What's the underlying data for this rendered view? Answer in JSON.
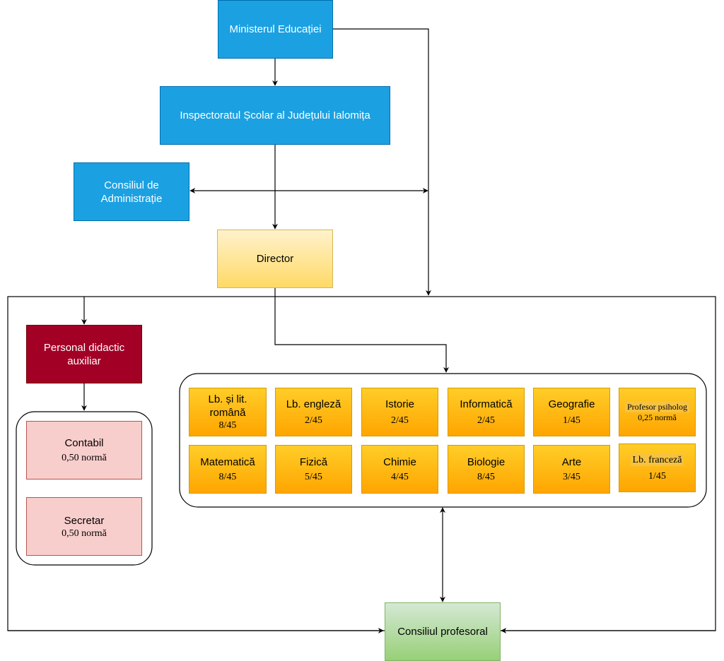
{
  "hierarchy": {
    "ministry": "Ministerul Educației",
    "inspectorate": "Inspectoratul Școlar al Județului Ialomița",
    "board": [
      "Consiliul de",
      "Administrație"
    ],
    "director": "Director",
    "auxiliary_staff": [
      "Personal didactic",
      "auxiliar"
    ],
    "teachers_council": "Consiliul profesoral"
  },
  "auxiliary_roles": [
    {
      "title": "Contabil",
      "norm": "0,50 normă"
    },
    {
      "title": "Secretar",
      "norm": "0,50 normă"
    }
  ],
  "departments": [
    {
      "name": "Lb. și lit. română",
      "count": "8/45"
    },
    {
      "name": "Lb. engleză",
      "count": "2/45"
    },
    {
      "name": "Istorie",
      "count": "2/45"
    },
    {
      "name": "Informatică",
      "count": "2/45"
    },
    {
      "name": "Geografie",
      "count": "1/45"
    },
    {
      "name": "Profesor psiholog",
      "count": "0,25 normă"
    },
    {
      "name": "Matematică",
      "count": "8/45"
    },
    {
      "name": "Fizică",
      "count": "5/45"
    },
    {
      "name": "Chimie",
      "count": "4/45"
    },
    {
      "name": "Biologie",
      "count": "8/45"
    },
    {
      "name": "Arte",
      "count": "3/45"
    },
    {
      "name": "Lb. franceză",
      "count": "1/45"
    }
  ]
}
